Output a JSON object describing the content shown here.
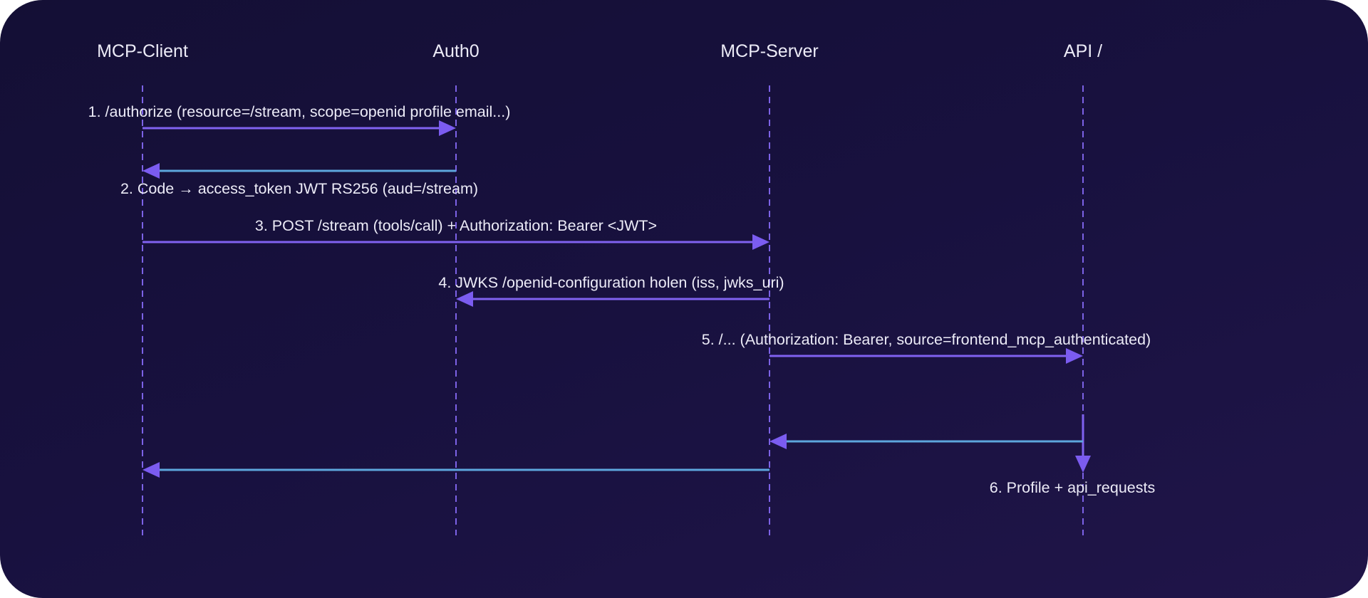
{
  "participants": [
    {
      "id": "client",
      "label": "MCP-Client"
    },
    {
      "id": "auth0",
      "label": "Auth0"
    },
    {
      "id": "server",
      "label": "MCP-Server"
    },
    {
      "id": "api",
      "label": "API /"
    }
  ],
  "messages": [
    {
      "label": "1. /authorize (resource=/stream, scope=openid profile email...)",
      "from": "client",
      "to": "auth0",
      "style": "request"
    },
    {
      "label": "2. Code → access_token JWT RS256 (aud=/stream)",
      "from": "auth0",
      "to": "client",
      "style": "response"
    },
    {
      "label": "3. POST /stream (tools/call) + Authorization: Bearer <JWT>",
      "from": "client",
      "to": "server",
      "style": "request"
    },
    {
      "label": "4. JWKS /openid-configuration holen (iss, jwks_uri)",
      "from": "server",
      "to": "auth0",
      "style": "request"
    },
    {
      "label": "5. /... (Authorization: Bearer, source=frontend_mcp_authenticated)",
      "from": "server",
      "to": "api",
      "style": "request"
    },
    {
      "label": "6. Profile + api_requests",
      "from": "api",
      "to": "api",
      "style": "self"
    },
    {
      "label": "",
      "from": "api",
      "to": "server",
      "style": "response"
    },
    {
      "label": "",
      "from": "server",
      "to": "client",
      "style": "response"
    }
  ],
  "colors": {
    "lifeline": "#7c62e6",
    "request_arrow": "#8062f0",
    "response_arrow": "#5da6dd",
    "arrowhead": "#7b5cf0",
    "text": "#ecebf7"
  }
}
